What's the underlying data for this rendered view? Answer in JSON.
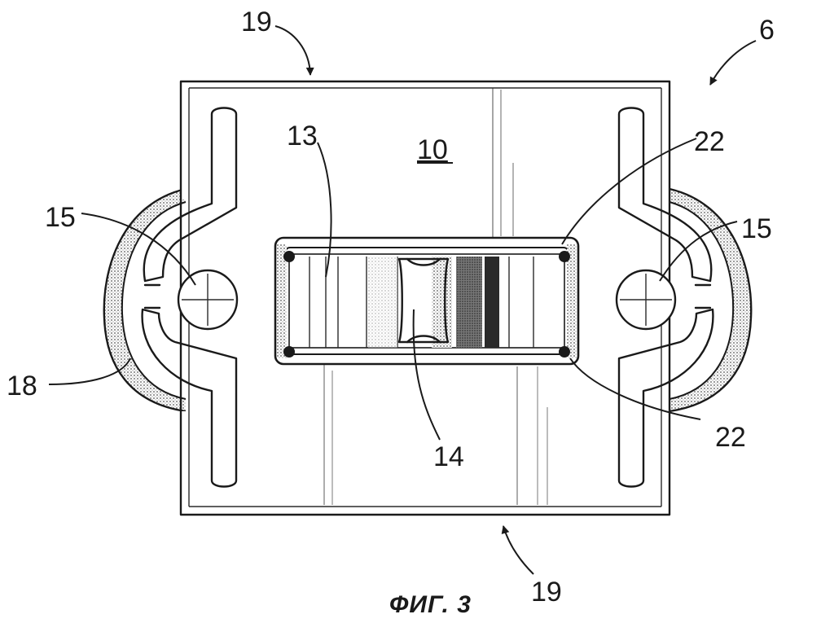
{
  "figure": {
    "caption": "ФИГ. 3",
    "labels": {
      "top_19": "19",
      "bottom_19": "19",
      "assembly_6": "6",
      "plate_10": "10",
      "part_13": "13",
      "part_14": "14",
      "left_15": "15",
      "right_15": "15",
      "part_18": "18",
      "upper_22": "22",
      "lower_22": "22"
    }
  }
}
